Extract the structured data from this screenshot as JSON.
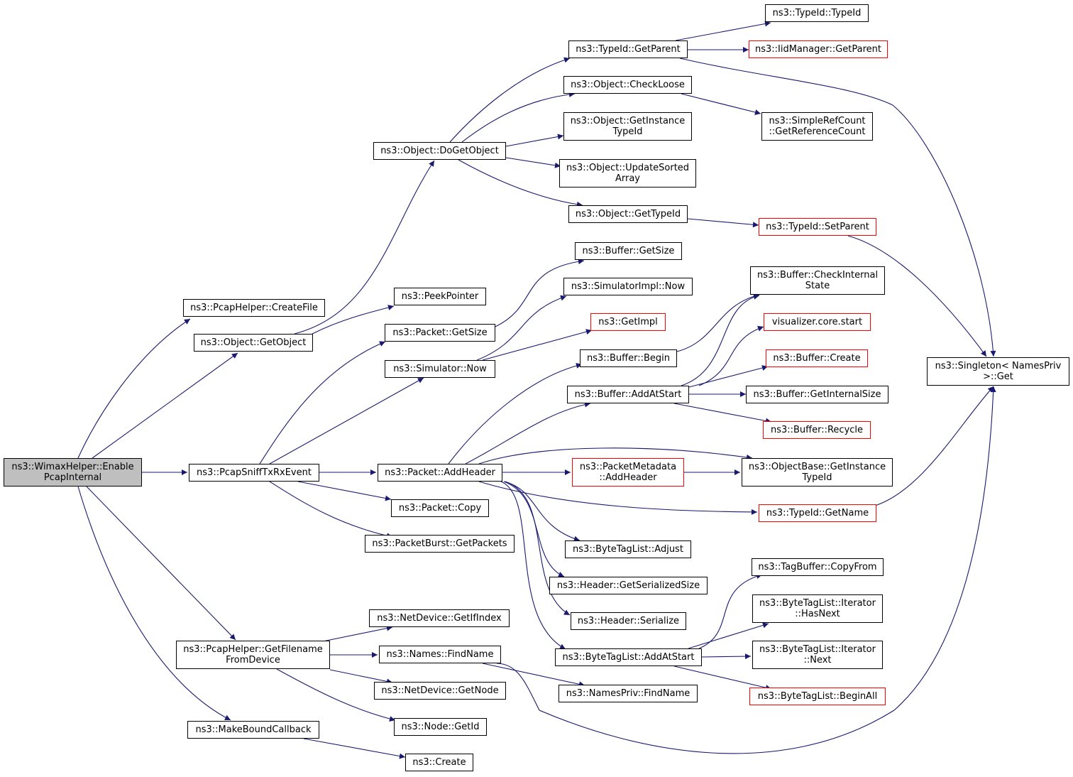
{
  "colors": {
    "edge": "#191970",
    "box_border": "#000000",
    "external_border": "#ff0000",
    "root_fill": "#bfbfbf"
  },
  "nodes": {
    "root": [
      "ns3::WimaxHelper::Enable",
      "PcapInternal"
    ],
    "pcaphelper_createfile": [
      "ns3::PcapHelper::CreateFile"
    ],
    "object_getobject": [
      "ns3::Object::GetObject"
    ],
    "pcapsnifftxrxevent": [
      "ns3::PcapSniffTxRxEvent"
    ],
    "pcaphelper_getfilename": [
      "ns3::PcapHelper::GetFilename",
      "FromDevice"
    ],
    "makeboundcallback": [
      "ns3::MakeBoundCallback"
    ],
    "object_dogetobject": [
      "ns3::Object::DoGetObject"
    ],
    "peekpointer": [
      "ns3::PeekPointer"
    ],
    "packet_getsize": [
      "ns3::Packet::GetSize"
    ],
    "simulator_now": [
      "ns3::Simulator::Now"
    ],
    "packet_addheader": [
      "ns3::Packet::AddHeader"
    ],
    "packet_copy": [
      "ns3::Packet::Copy"
    ],
    "packetburst_getpackets": [
      "ns3::PacketBurst::GetPackets"
    ],
    "netdevice_getifindex": [
      "ns3::NetDevice::GetIfIndex"
    ],
    "names_findname": [
      "ns3::Names::FindName"
    ],
    "netdevice_getnode": [
      "ns3::NetDevice::GetNode"
    ],
    "node_getid": [
      "ns3::Node::GetId"
    ],
    "create": [
      "ns3::Create"
    ],
    "typeid_getparent": [
      "ns3::TypeId::GetParent"
    ],
    "object_checkloose": [
      "ns3::Object::CheckLoose"
    ],
    "object_getinstancetypeid": [
      "ns3::Object::GetInstance",
      "TypeId"
    ],
    "object_updatesortedarray": [
      "ns3::Object::UpdateSorted",
      "Array"
    ],
    "object_gettypeid": [
      "ns3::Object::GetTypeId"
    ],
    "buffer_getsize": [
      "ns3::Buffer::GetSize"
    ],
    "simulatorimpl_now": [
      "ns3::SimulatorImpl::Now"
    ],
    "getimpl": [
      "ns3::GetImpl"
    ],
    "buffer_begin": [
      "ns3::Buffer::Begin"
    ],
    "buffer_addatstart": [
      "ns3::Buffer::AddAtStart"
    ],
    "packetmetadata_addheader": [
      "ns3::PacketMetadata",
      "::AddHeader"
    ],
    "bytetaglist_adjust": [
      "ns3::ByteTagList::Adjust"
    ],
    "header_getserializedsize": [
      "ns3::Header::GetSerializedSize"
    ],
    "header_serialize": [
      "ns3::Header::Serialize"
    ],
    "bytetaglist_addatstart": [
      "ns3::ByteTagList::AddAtStart"
    ],
    "namespriv_findname": [
      "ns3::NamesPriv::FindName"
    ],
    "typeid_typeid": [
      "ns3::TypeId::TypeId"
    ],
    "iidmanager_getparent": [
      "ns3::IidManager::GetParent"
    ],
    "simplerefcount_getreferencecount": [
      "ns3::SimpleRefCount",
      "::GetReferenceCount"
    ],
    "typeid_setparent": [
      "ns3::TypeId::SetParent"
    ],
    "buffer_checkinternalstate": [
      "ns3::Buffer::CheckInternal",
      "State"
    ],
    "visualizer_core_start": [
      "visualizer.core.start"
    ],
    "buffer_create": [
      "ns3::Buffer::Create"
    ],
    "buffer_getinternalsize": [
      "ns3::Buffer::GetInternalSize"
    ],
    "buffer_recycle": [
      "ns3::Buffer::Recycle"
    ],
    "objectbase_getinstancetypeid": [
      "ns3::ObjectBase::GetInstance",
      "TypeId"
    ],
    "typeid_getname": [
      "ns3::TypeId::GetName"
    ],
    "tagbuffer_copyfrom": [
      "ns3::TagBuffer::CopyFrom"
    ],
    "bytetaglist_iterator_hasnext": [
      "ns3::ByteTagList::Iterator",
      "::HasNext"
    ],
    "bytetaglist_iterator_next": [
      "ns3::ByteTagList::Iterator",
      "::Next"
    ],
    "bytetaglist_beginall": [
      "ns3::ByteTagList::BeginAll"
    ],
    "singleton_namespriv_get": [
      "ns3::Singleton< NamesPriv",
      ">::Get"
    ]
  }
}
